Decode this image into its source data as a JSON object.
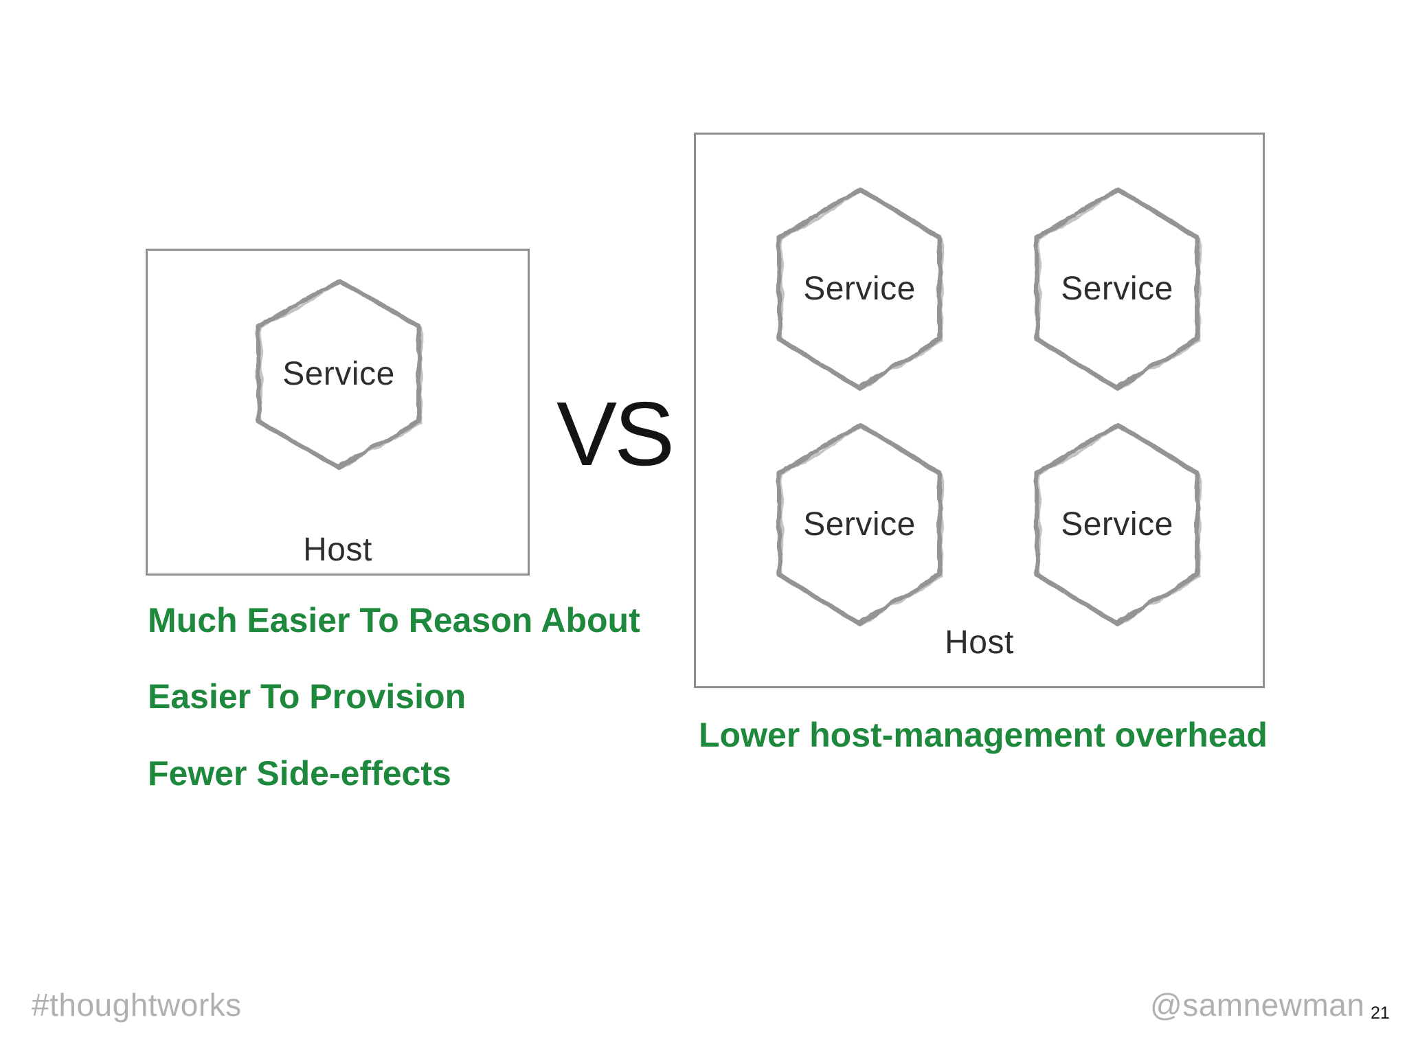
{
  "slide": {
    "left_diagram": {
      "host_label": "Host",
      "service_label": "Service",
      "benefits": [
        "Much Easier To Reason About",
        "Easier To Provision",
        "Fewer Side-effects"
      ]
    },
    "vs_label": "VS",
    "right_diagram": {
      "host_label": "Host",
      "services": [
        "Service",
        "Service",
        "Service",
        "Service"
      ],
      "benefit": "Lower host-management overhead"
    },
    "footer": {
      "hashtag": "#thoughtworks",
      "handle": "@samnewman",
      "page_number": "21"
    },
    "colors": {
      "accent_green": "#1e883c",
      "box_border": "#8e8e8e",
      "hexagon_stroke": "#949494",
      "diagram_text": "#2d2d2d",
      "footer_gray": "#b1afaf"
    }
  }
}
